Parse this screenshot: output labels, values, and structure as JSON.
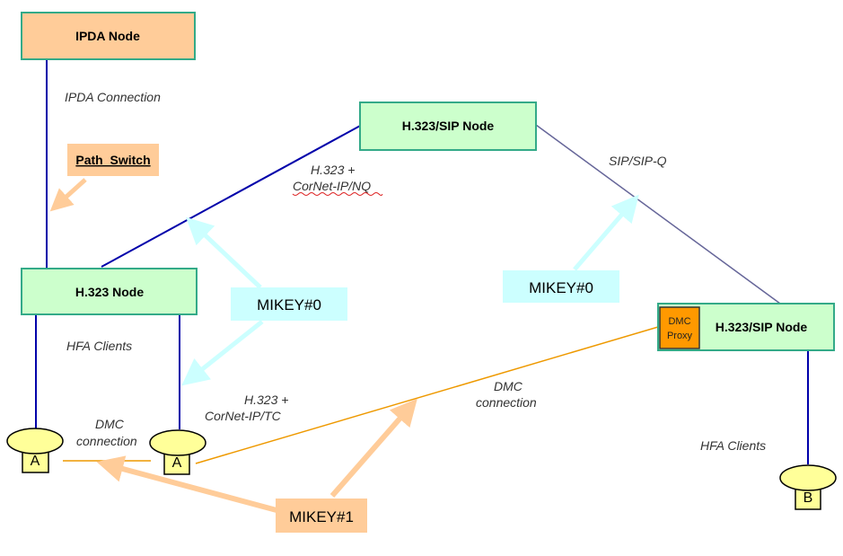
{
  "nodes": {
    "ipda": "IPDA Node",
    "h323_sip_top": "H.323/SIP Node",
    "h323": "H.323 Node",
    "h323_sip_right": "H.323/SIP Node",
    "dmc_proxy_line1": "DMC",
    "dmc_proxy_line2": "Proxy"
  },
  "labels": {
    "path_switch": "Path_Switch",
    "ipda_connection": "IPDA Connection",
    "h323_cornet_nq_1": "H.323 +",
    "h323_cornet_nq_2": "CorNet-IP/NQ",
    "sip_sipq": "SIP/SIP-Q",
    "hfa_clients_left": "HFA Clients",
    "hfa_clients_right": "HFA Clients",
    "h323_cornet_tc_1": "H.323 +",
    "h323_cornet_tc_2": "CorNet-IP/TC",
    "dmc_conn_left_1": "DMC",
    "dmc_conn_left_2": "connection",
    "dmc_conn_right_1": "DMC",
    "dmc_conn_right_2": "connection"
  },
  "mikey": {
    "left": "MIKEY#0",
    "right": "MIKEY#0",
    "bottom": "MIKEY#1"
  },
  "clients": {
    "a1": "A",
    "a2": "A",
    "b": "B"
  },
  "colors": {
    "node_fill": "#ccffcc",
    "node_border": "#33aa88",
    "ipda_fill": "#ffcc99",
    "blue_line": "#0000aa",
    "gray_line": "#666699",
    "orange_line": "#ee9900",
    "mikey0_fill": "#ccffff",
    "mikey1_fill": "#ffcc99",
    "client_fill": "#ffff99",
    "dmc_proxy_fill": "#ff9900"
  }
}
